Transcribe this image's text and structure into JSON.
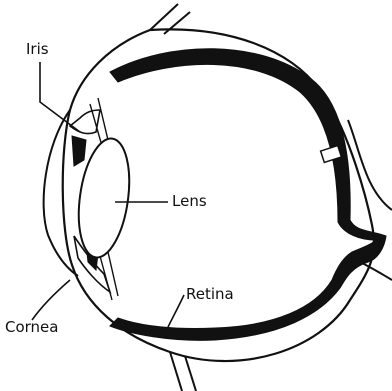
{
  "labels": {
    "iris": "Iris",
    "lens": "Lens",
    "retina": "Retina",
    "cornea": "Cornea"
  },
  "colors": {
    "ink": "#111111",
    "background": "#ffffff"
  }
}
